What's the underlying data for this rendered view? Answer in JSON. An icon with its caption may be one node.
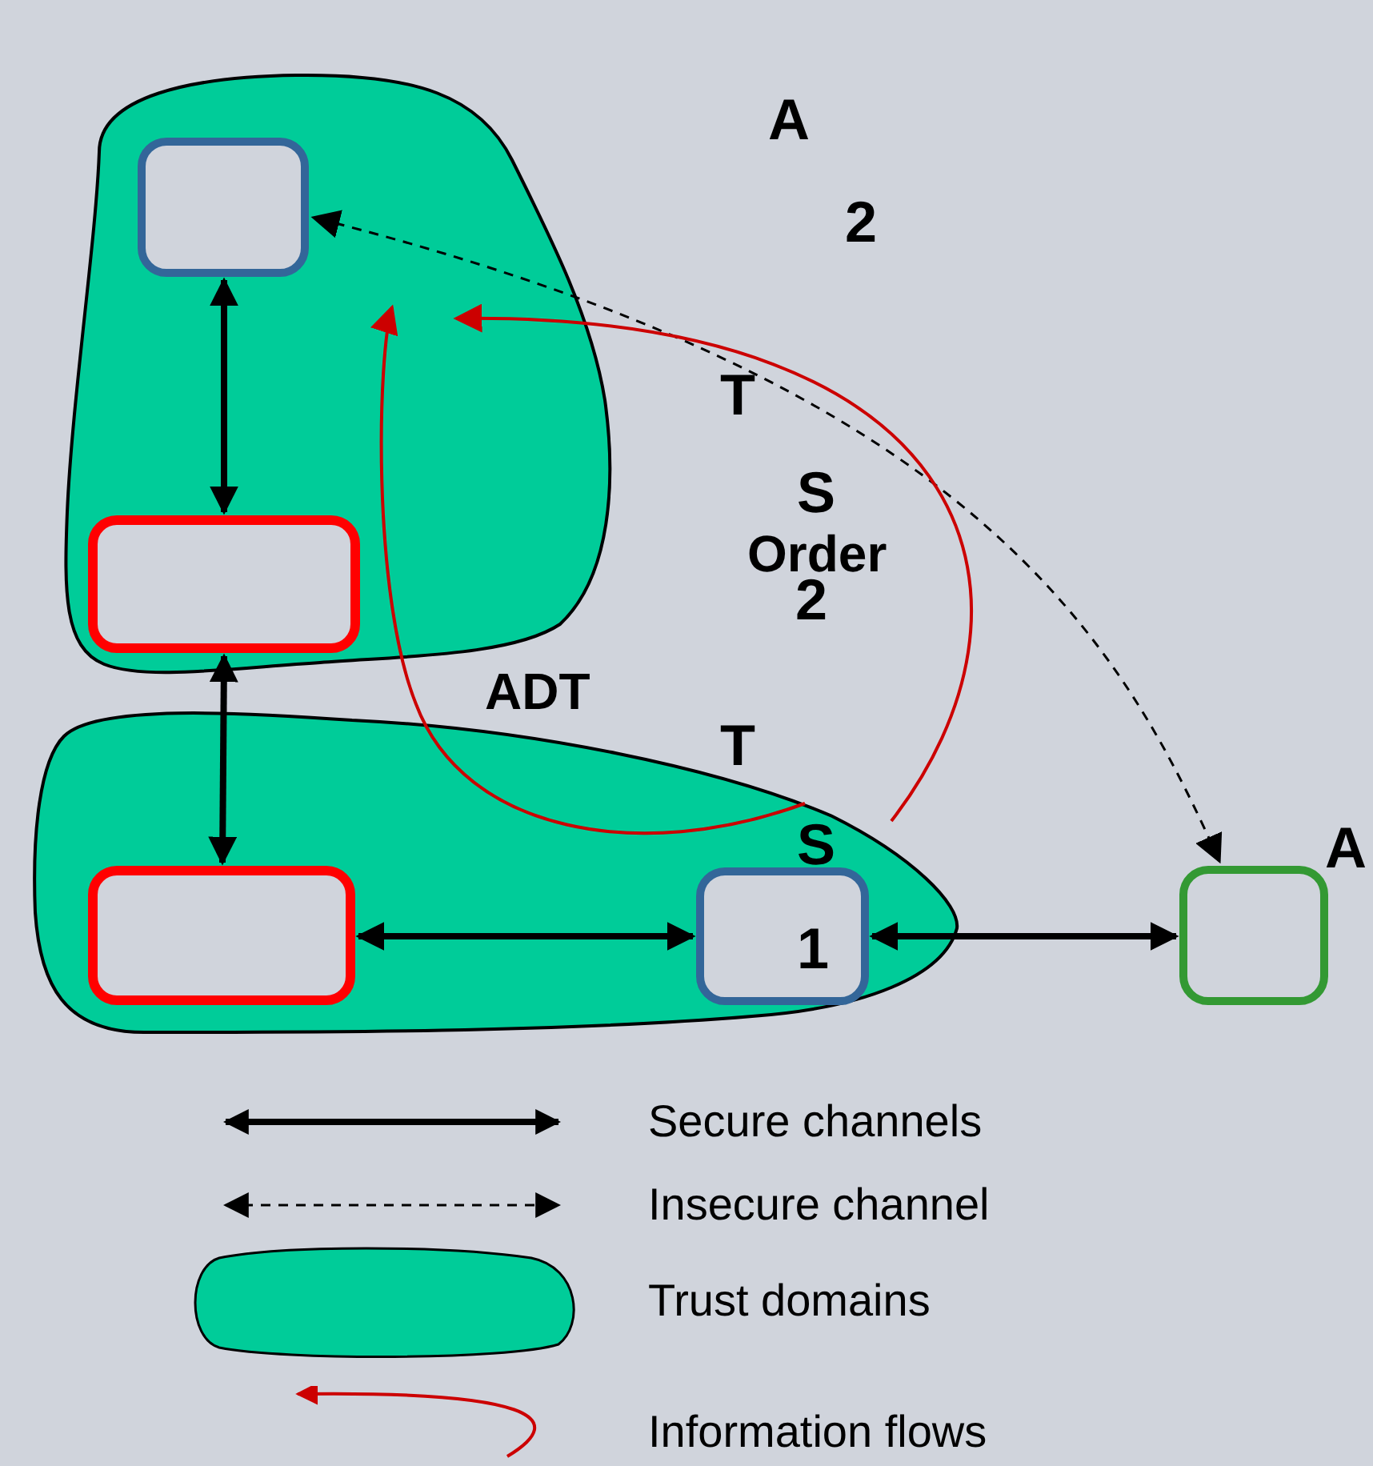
{
  "diagram": {
    "nodes": [
      {
        "text": [],
        "shape": "cloud"
      },
      {
        "text": [],
        "shape": "box",
        "in": 0
      },
      {
        "text": [],
        "shape": "box",
        "in": 0
      },
      {
        "text": [],
        "shape": "cloud"
      },
      {
        "text": [],
        "shape": "box",
        "in": 3
      },
      {
        "text": [],
        "shape": "box",
        "in": 3
      },
      {
        "text": [],
        "shape": "box"
      }
    ],
    "edges": [
      {
        "from": 1,
        "to": 2,
        "arrow": "both"
      },
      {
        "from": 2,
        "to": 4,
        "arrow": "both"
      },
      {
        "from": 4,
        "to": 5,
        "arrow": "both"
      },
      {
        "from": 5,
        "to": 6,
        "arrow": "both"
      },
      {
        "from": 6,
        "to": 1,
        "arrow": "both",
        "style": "dashed"
      },
      {
        "from": 3,
        "to": null,
        "arrow": "to",
        "label": "ADT",
        "color": "#cc0000"
      },
      {
        "from": 3,
        "to": null,
        "arrow": "to",
        "label": "Order",
        "color": "#cc0000"
      }
    ],
    "labels": [
      "A",
      "2",
      "T",
      "S",
      "2",
      "T",
      "S",
      "1",
      "A"
    ],
    "legend": [
      {
        "text": "Secure channels"
      },
      {
        "text": "Insecure channel"
      },
      {
        "text": "Trust domains",
        "color": "#00cc99"
      },
      {
        "text": "Information flows"
      }
    ]
  }
}
